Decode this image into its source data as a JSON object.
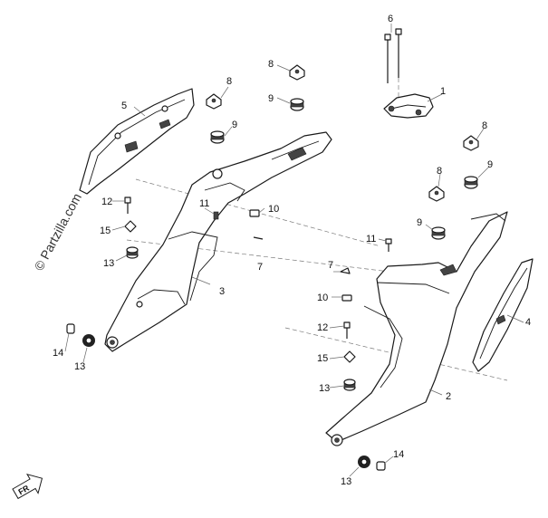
{
  "watermark": "© Partzilla.com",
  "corner_logo": "FR",
  "callouts": {
    "c1": "1",
    "c2": "2",
    "c3": "3",
    "c4": "4",
    "c5": "5",
    "c6": "6",
    "c7a": "7",
    "c7b": "7",
    "c8a": "8",
    "c8b": "8",
    "c8c": "8",
    "c8d": "8",
    "c9a": "9",
    "c9b": "9",
    "c9c": "9",
    "c9d": "9",
    "c10a": "10",
    "c10b": "10",
    "c11a": "11",
    "c11b": "11",
    "c12a": "12",
    "c12b": "12",
    "c13a": "13",
    "c13b": "13",
    "c13c": "13",
    "c13d": "13",
    "c14a": "14",
    "c14b": "14",
    "c15a": "15",
    "c15b": "15"
  }
}
